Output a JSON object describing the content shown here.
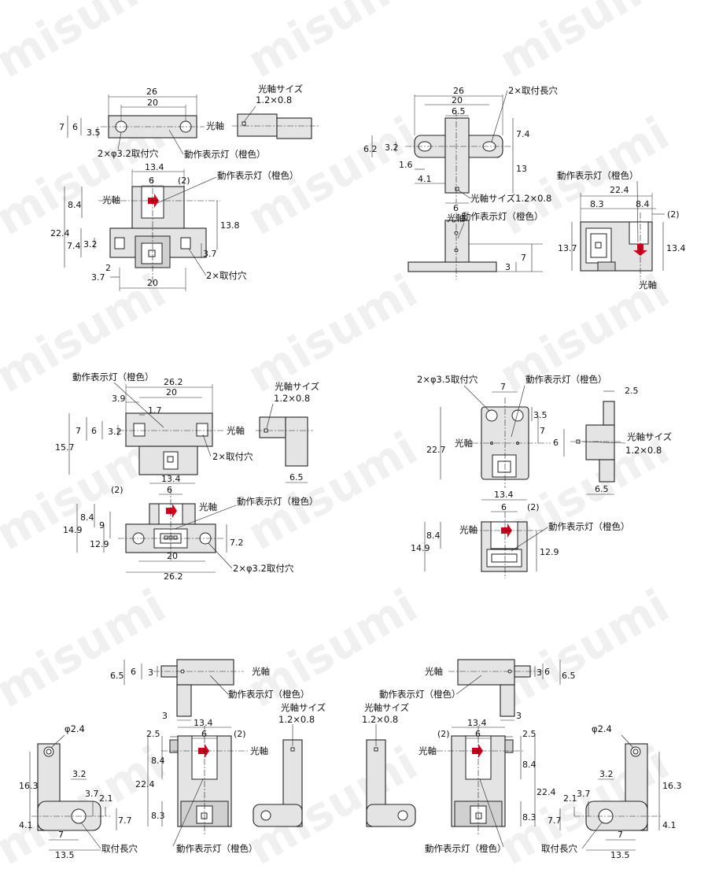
{
  "watermark": "misumi",
  "colors": {
    "indicator": "#d0001c",
    "part_fill": "#e4e4e4"
  },
  "labels": {
    "optical_axis": "光軸",
    "indicator": "動作表示灯（橙色）",
    "axis_size": "光軸サイズ",
    "axis_size_value": "1.2×0.8",
    "axis_size_combined": "光軸サイズ1.2×0.8",
    "hole_2x32": "2×φ3.2取付穴",
    "hole_2x35": "2×φ3.5取付穴",
    "hole_2x": "2×取付穴",
    "slot_2x": "2×取付長穴",
    "slot": "取付長穴",
    "phi24": "φ2.4"
  },
  "diagrams": {
    "d1": {
      "w26": "26",
      "w20": "20",
      "h7": "7",
      "h6": "6",
      "h35": "3.5",
      "w134": "13.4",
      "w6": "6",
      "p2": "(2)",
      "h84": "8.4",
      "h224": "22.4",
      "h138": "13.8",
      "h74": "7.4",
      "h32": "3.2",
      "h37": "3.7",
      "b37": "3.7",
      "b2": "2",
      "b20": "20"
    },
    "d2": {
      "w26": "26",
      "w20": "20",
      "w65": "6.5",
      "h62": "6.2",
      "h32": "3.2",
      "h74": "7.4",
      "h13": "13",
      "w16": "1.6",
      "w41": "4.1",
      "w6": "6",
      "h3": "3",
      "h7": "7",
      "w224": "22.4",
      "w83": "8.3",
      "w84": "8.4",
      "p2": "(2)",
      "h137": "13.7",
      "h134": "13.4"
    },
    "d3": {
      "w262": "26.2",
      "w20": "20",
      "w39": "3.9",
      "w17": "1.7",
      "h157": "15.7",
      "h7": "7",
      "h6": "6",
      "h32": "3.2",
      "w65": "6.5",
      "w134": "13.4",
      "w6": "6",
      "p2": "(2)",
      "h149": "14.9",
      "h84": "8.4",
      "h9": "9",
      "h129": "12.9",
      "h72": "7.2",
      "b20": "20",
      "b262": "26.2"
    },
    "d4": {
      "w7": "7",
      "h35": "3.5",
      "h7": "7",
      "h227": "22.7",
      "w25": "2.5",
      "h6": "6",
      "w65": "6.5",
      "w134": "13.4",
      "w6": "6",
      "p2": "(2)",
      "h149": "14.9",
      "h84": "8.4",
      "h129": "12.9"
    },
    "d5": {
      "h65": "6.5",
      "h6": "6",
      "h3": "3",
      "w3": "3",
      "w134": "13.4",
      "w25": "2.5",
      "w6": "6",
      "p2": "(2)",
      "h84": "8.4",
      "h224": "22.4",
      "h83": "8.3",
      "h163": "16.3",
      "h41": "4.1",
      "w32": "3.2",
      "h37": "3.7",
      "h21": "2.1",
      "h77": "7.7",
      "w7": "7",
      "w135": "13.5"
    },
    "d6": {
      "h6": "6",
      "h65": "6.5",
      "h3": "3",
      "w3": "3",
      "w134": "13.4",
      "w25": "2.5",
      "w6": "6",
      "p2": "(2)",
      "h84": "8.4",
      "h224": "22.4",
      "h83": "8.3",
      "h163": "16.3",
      "h41": "4.1",
      "w32": "3.2",
      "h37": "3.7",
      "h21": "2.1",
      "h77": "7.7",
      "w7": "7",
      "w135": "13.5"
    }
  }
}
